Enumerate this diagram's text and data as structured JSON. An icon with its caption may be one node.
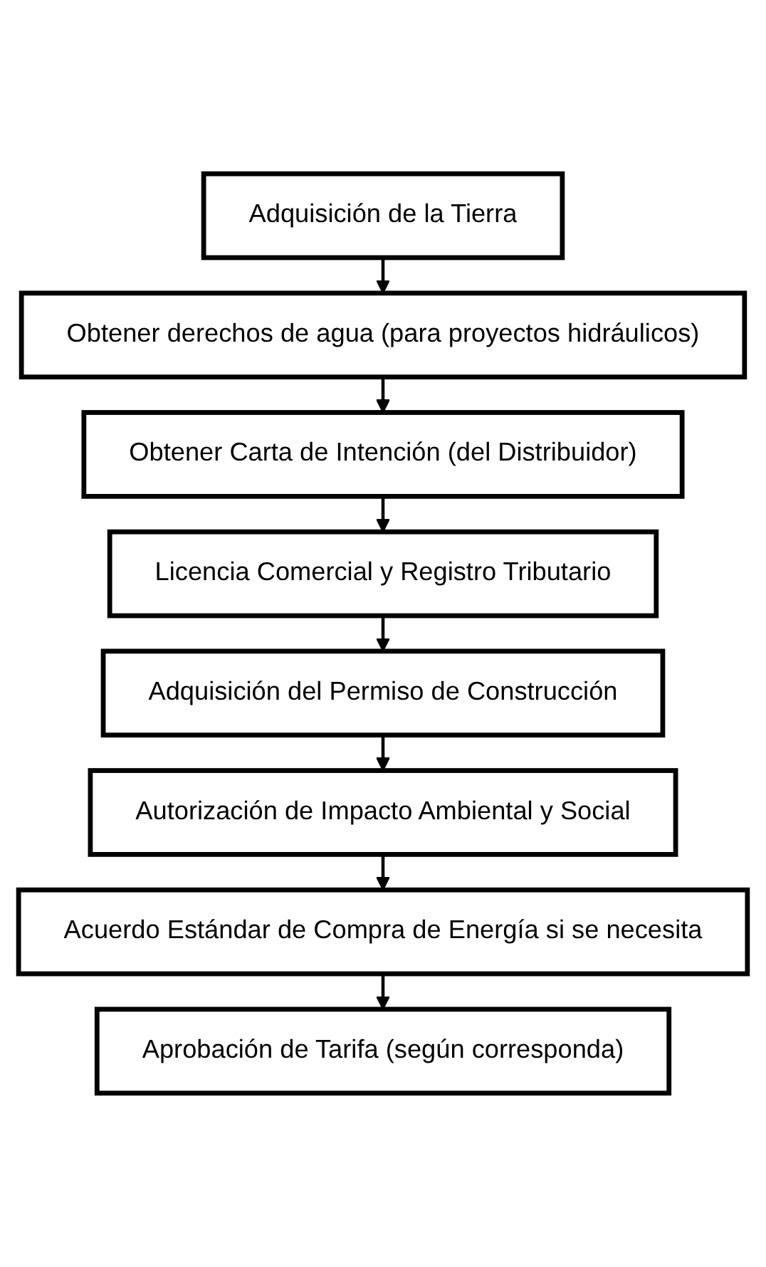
{
  "diagram": {
    "nodes": [
      {
        "text": [
          "Adquisición de la Tierra"
        ]
      },
      {
        "text": [
          "Obtener derechos de agua (para proyectos hidráulicos)"
        ]
      },
      {
        "text": [
          "Obtener Carta de Intención (del Distribuidor)"
        ]
      },
      {
        "text": [
          "Licencia Comercial y Registro Tributario"
        ]
      },
      {
        "text": [
          "Adquisición del Permiso de Construcción"
        ]
      },
      {
        "text": [
          "Autorización de Impacto Ambiental y Social"
        ]
      },
      {
        "text": [
          "Acuerdo Estándar de Compra de Energía si se necesita"
        ]
      },
      {
        "text": [
          "Aprobación de Tarifa (según corresponda)"
        ]
      }
    ],
    "edges": [
      {
        "from": 0,
        "to": 1,
        "arrow": "to"
      },
      {
        "from": 1,
        "to": 2,
        "arrow": "to"
      },
      {
        "from": 2,
        "to": 3,
        "arrow": "to"
      },
      {
        "from": 3,
        "to": 4,
        "arrow": "to"
      },
      {
        "from": 4,
        "to": 5,
        "arrow": "to"
      },
      {
        "from": 5,
        "to": 6,
        "arrow": "to"
      },
      {
        "from": 6,
        "to": 7,
        "arrow": "to"
      }
    ]
  }
}
